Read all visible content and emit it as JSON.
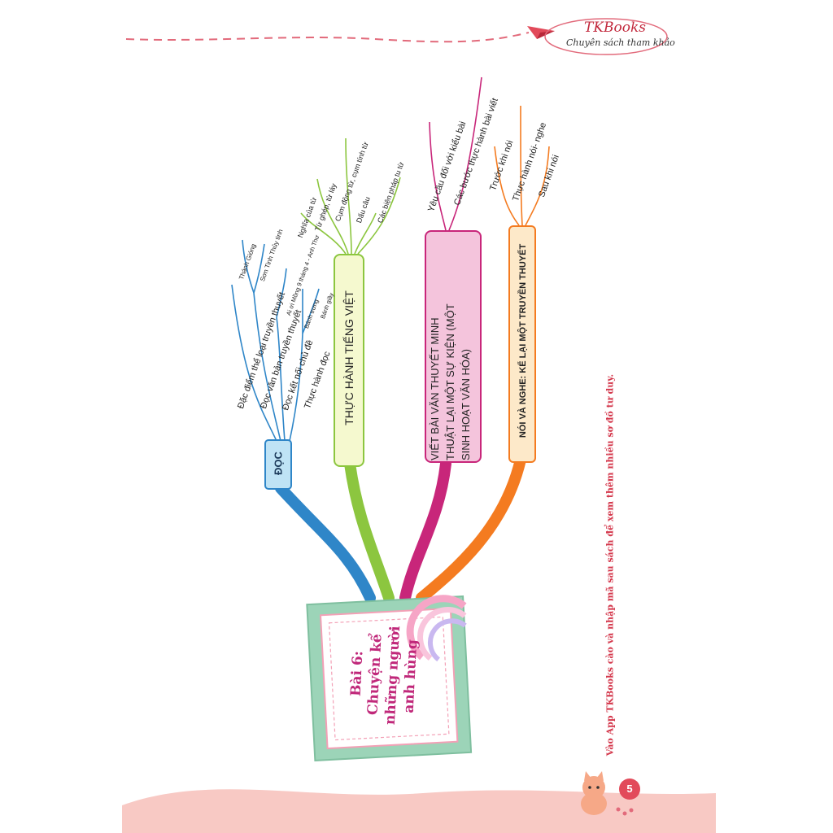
{
  "header": {
    "brand": "TKBooks",
    "tagline": "Chuyên sách tham khảo"
  },
  "central": {
    "title": "Bài 6:\nChuyện kể\nnhững người\nanh hùng",
    "line1": "Bài 6:",
    "line2": "Chuyện kể",
    "line3": "những người",
    "line4": "anh hùng"
  },
  "branches": {
    "doc": {
      "title": "ĐỌC",
      "color": "#2f86c8",
      "items": [
        "Đặc điểm thể loại truyền thuyết",
        "Đọc văn bản truyền thuyết",
        "Đọc kết nối chủ đề",
        "Thực hành đọc"
      ],
      "sub_vb": [
        "Thánh Gióng",
        "Sơn Tinh Thủy tinh"
      ],
      "sub_kn": [
        "Ai ơi Mồng 9 tháng 4 - Anh Thư"
      ],
      "sub_th": [
        "Bánh trưng",
        "Bánh giầy"
      ]
    },
    "tv": {
      "title": "THỰC HÀNH TIẾNG VIỆT",
      "color": "#8cc63f",
      "items": [
        "Nghĩa của từ",
        "Từ ghép, từ láy",
        "Cụm động từ, cụm tính từ",
        "Dấu câu",
        "Các biện pháp tu từ"
      ]
    },
    "viet": {
      "title": "VIẾT BÀI VĂN THUYẾT MINH THUẬT LẠI MỘT SỰ KIỆN (MỘT SINH HOẠT VĂN HÓA)",
      "line1": "VIẾT BÀI VĂN THUYẾT MINH",
      "line2": "THUẬT LẠI MỘT SỰ KIỆN (MỘT",
      "line3": "SINH HOẠT VĂN HÓA)",
      "color": "#c8267a",
      "items": [
        "Yêu cầu đối với kiểu bài",
        "Các bước thực hành bài viết"
      ]
    },
    "noi": {
      "title": "NÓI VÀ NGHE: KỂ LẠI MỘT TRUYỀN THUYẾT",
      "color": "#f47b20",
      "items": [
        "Trước khi nói",
        "Thực hành nói- nghe",
        "Sau khi nói"
      ]
    }
  },
  "footer": {
    "promo": "Vào App TKBooks cào và nhập mã sau sách để xem thêm nhiều sơ đồ tư duy.",
    "page_number": "5"
  },
  "icons": [
    "paper-plane-icon",
    "cat-icon",
    "rainbow-icon",
    "heart-icon"
  ]
}
